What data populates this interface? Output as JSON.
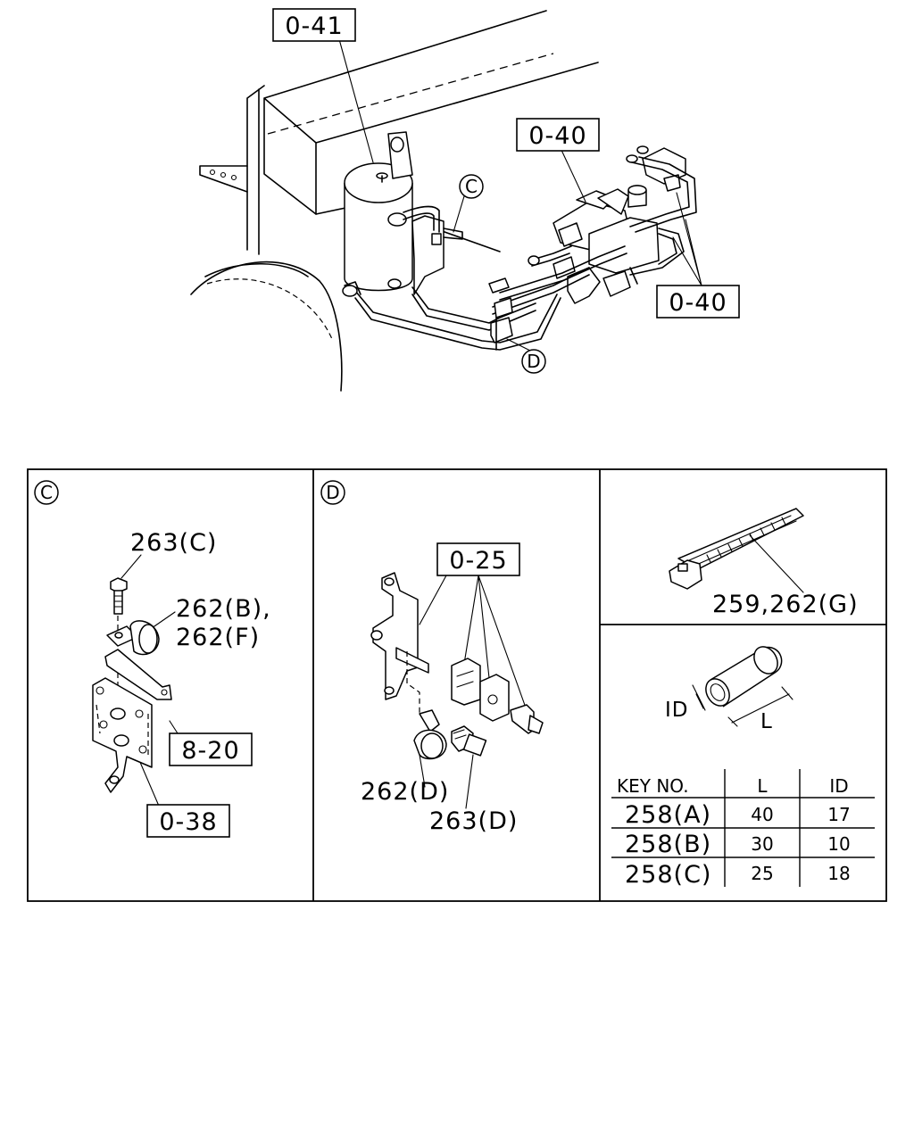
{
  "callouts": {
    "top_tank": "0-41",
    "top_valve": "0-40",
    "top_lines": "0-40",
    "panel_c_bracket": "0-38",
    "panel_c_clip": "8-20",
    "panel_d_clamp": "0-25"
  },
  "circle_markers": {
    "c": "C",
    "d": "D"
  },
  "labels": {
    "bolt_c": "263(C)",
    "clamp_b": "262(B),",
    "clamp_f": "262(F)",
    "clamp_d": "262(D)",
    "bolt_d": "263(D)",
    "tie": "259,262(G)",
    "id": "ID",
    "l": "L"
  },
  "table": {
    "headers": [
      "KEY NO.",
      "L",
      "ID"
    ],
    "rows": [
      {
        "key": "258(A)",
        "l": "40",
        "id": "17"
      },
      {
        "key": "258(B)",
        "l": "30",
        "id": "10"
      },
      {
        "key": "258(C)",
        "l": "25",
        "id": "18"
      }
    ]
  }
}
